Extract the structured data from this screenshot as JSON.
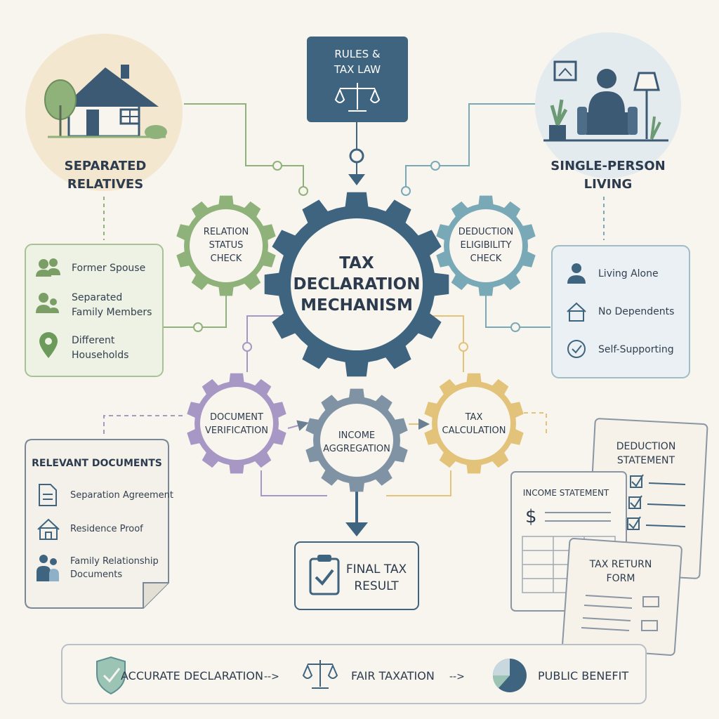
{
  "top": {
    "rules_line1": "RULES &",
    "rules_line2": "TAX LAW"
  },
  "separated": {
    "line1": "SEPARATED",
    "line2": "RELATIVES"
  },
  "single": {
    "line1": "SINGLE-PERSON",
    "line2": "LIVING"
  },
  "center_gear": {
    "line1": "TAX",
    "line2": "DECLARATION",
    "line3": "MECHANISM"
  },
  "gears": {
    "relation": [
      "RELATION",
      "STATUS",
      "CHECK"
    ],
    "deduction": [
      "DEDUCTION",
      "ELIGIBILITY",
      "CHECK"
    ],
    "document": [
      "DOCUMENT",
      "VERIFICATION"
    ],
    "income": [
      "INCOME",
      "AGGREGATION"
    ],
    "tax": [
      "TAX",
      "CALCULATION"
    ]
  },
  "left_box": {
    "items": [
      {
        "line1": "Former Spouse",
        "line2": ""
      },
      {
        "line1": "Separated",
        "line2": "Family Members"
      },
      {
        "line1": "Different",
        "line2": "Households"
      }
    ]
  },
  "right_box": {
    "items": [
      "Living Alone",
      "No Dependents",
      "Self-Supporting"
    ]
  },
  "documents": {
    "title": "RELEVANT DOCUMENTS",
    "items": [
      {
        "line1": "Separation Agreement",
        "line2": ""
      },
      {
        "line1": "Residence Proof",
        "line2": ""
      },
      {
        "line1": "Family Relationship",
        "line2": "Documents"
      }
    ]
  },
  "final": {
    "line1": "FINAL TAX",
    "line2": "RESULT"
  },
  "forms": {
    "deduction_line1": "DEDUCTION",
    "deduction_line2": "STATEMENT",
    "income_title": "INCOME STATEMENT",
    "dollar": "$",
    "taxreturn_line1": "TAX RETURN",
    "taxreturn_line2": "FORM"
  },
  "bottom": {
    "item1": "ACCURATE DECLARATION",
    "item2": "FAIR TAXATION",
    "item3": "PUBLIC BENEFIT",
    "arrow": "-->"
  },
  "colors": {
    "navy": "#3f6480",
    "green": "#8fb27a",
    "teal": "#79a9b6",
    "purple": "#a797c4",
    "slate": "#7f93a5",
    "gold": "#e3c27a"
  }
}
